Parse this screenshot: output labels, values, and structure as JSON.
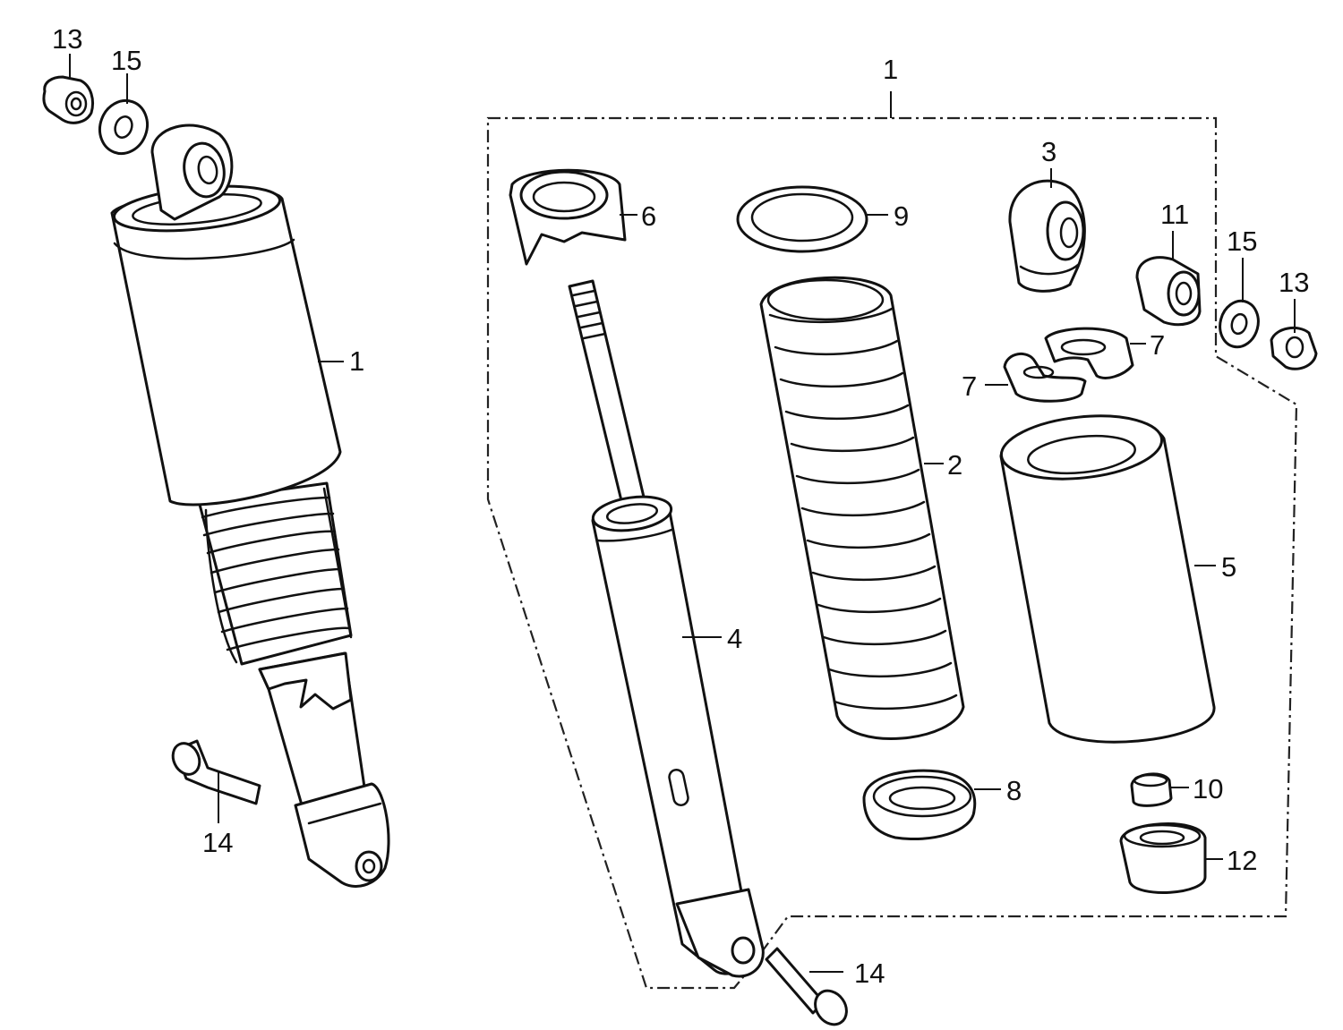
{
  "callouts": {
    "left_nut_13": "13",
    "left_washer_15": "15",
    "left_shock_1": "1",
    "left_bolt_14": "14",
    "assembly_1": "1",
    "stopper_6": "6",
    "spring_seat_9": "9",
    "upper_joint_3": "3",
    "bushing_11": "11",
    "right_washer_15": "15",
    "right_nut_13": "13",
    "collar_7_upper": "7",
    "collar_7_lower": "7",
    "spring_2": "2",
    "damper_4": "4",
    "cover_5": "5",
    "lower_seat_8": "8",
    "cap_10": "10",
    "rubber_12": "12",
    "right_bolt_14": "14"
  }
}
